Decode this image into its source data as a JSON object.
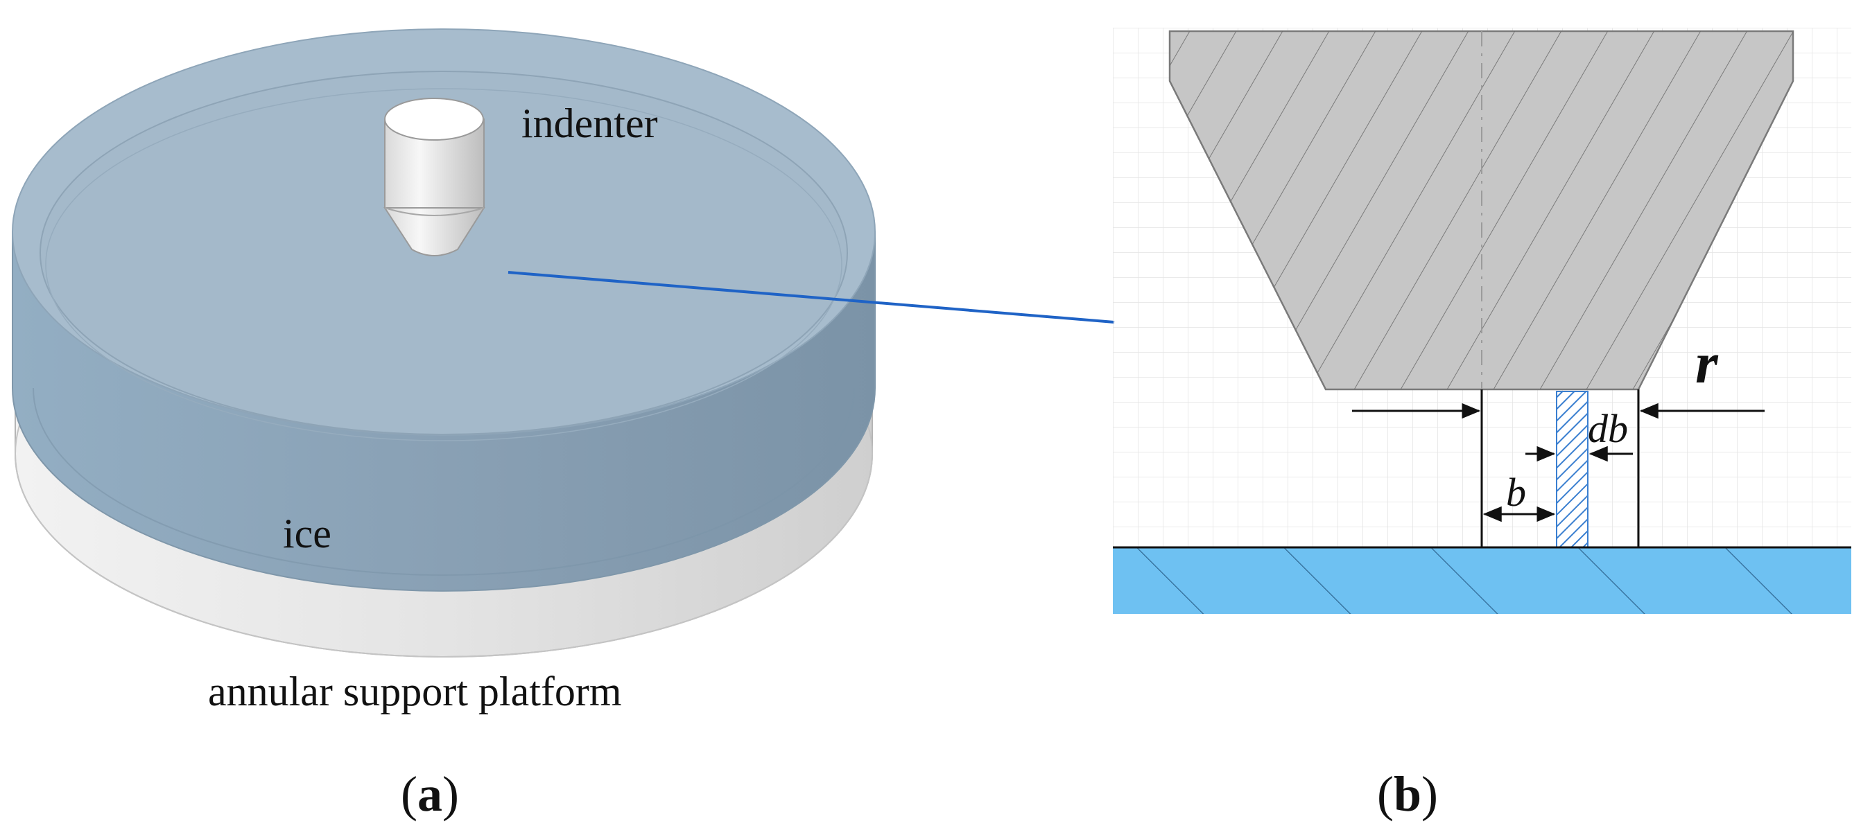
{
  "panel_a": {
    "caption_open": "(",
    "caption_letter": "a",
    "caption_close": ")",
    "labels": {
      "indenter": "indenter",
      "ice": "ice",
      "platform": "annular support platform"
    }
  },
  "panel_b": {
    "caption_open": "(",
    "caption_letter": "b",
    "caption_close": ")",
    "labels": {
      "r": "r",
      "b": "b",
      "db": "db"
    }
  },
  "colors": {
    "ice": "#8fa9be",
    "indenter_grey": "#c8c8c8",
    "base_blue": "#6ec1f2",
    "connector": "#1f63c6",
    "strip_hatch": "#3a7fd0"
  }
}
